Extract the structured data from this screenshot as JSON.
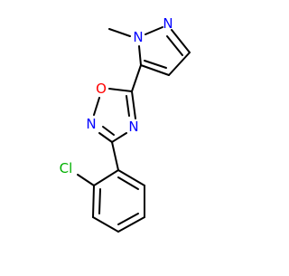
{
  "molecule": {
    "atoms": {
      "cl": {
        "label": "Cl",
        "color": "#00b000"
      },
      "n_methyl": {
        "label": "N",
        "color": "#0000ff"
      },
      "n_pyrazole": {
        "label": "N",
        "color": "#0000ff"
      },
      "o_ring": {
        "label": "O",
        "color": "#ff0000"
      },
      "n_oxadiazole_left": {
        "label": "N",
        "color": "#0000ff"
      },
      "n_oxadiazole_bottom": {
        "label": "N",
        "color": "#0000ff"
      }
    },
    "bond_color": "#000000"
  }
}
